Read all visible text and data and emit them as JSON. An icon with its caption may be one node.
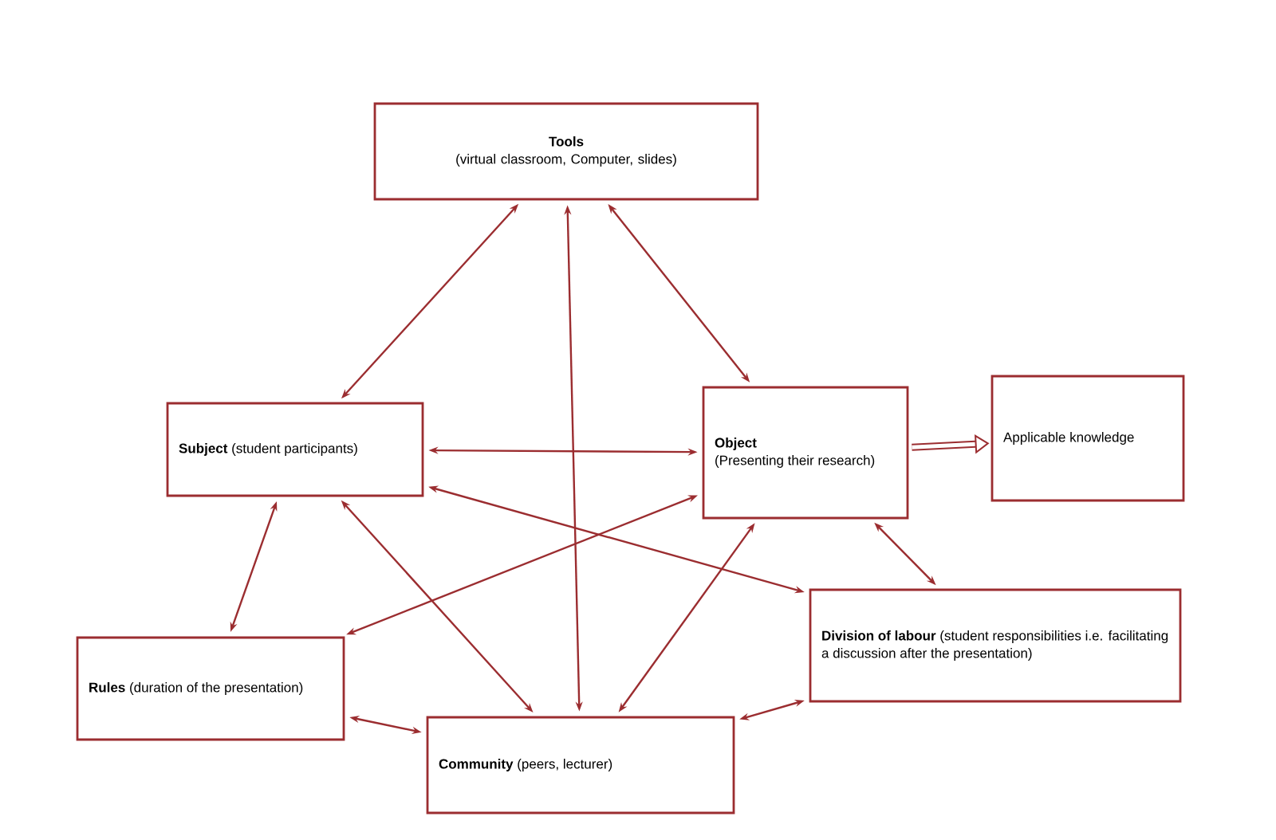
{
  "diagram": {
    "nodes": [
      {
        "text": [
          "Tools",
          "(virtual classroom, Computer, slides)"
        ]
      },
      {
        "text": [
          "**Subject** (student participants)"
        ]
      },
      {
        "text": [
          "Object",
          "(Presenting their research)"
        ]
      },
      {
        "text": [
          "Applicable knowledge"
        ]
      },
      {
        "text": [
          "**Rules** (duration of the presentation)"
        ]
      },
      {
        "text": [
          "**Community** (peers, lecturer)"
        ]
      },
      {
        "text": [
          "**Division of labour** (student responsibilities i.e. facilitating a discussion after the presentation)"
        ]
      }
    ],
    "edges": [
      {
        "from": 0,
        "to": 1,
        "arrow": "both"
      },
      {
        "from": 0,
        "to": 2,
        "arrow": "both"
      },
      {
        "from": 0,
        "to": 5,
        "arrow": "both"
      },
      {
        "from": 1,
        "to": 2,
        "arrow": "both"
      },
      {
        "from": 1,
        "to": 4,
        "arrow": "both"
      },
      {
        "from": 1,
        "to": 5,
        "arrow": "both"
      },
      {
        "from": 1,
        "to": 6,
        "arrow": "both"
      },
      {
        "from": 2,
        "to": 4,
        "arrow": "both"
      },
      {
        "from": 2,
        "to": 5,
        "arrow": "both"
      },
      {
        "from": 2,
        "to": 6,
        "arrow": "both"
      },
      {
        "from": 4,
        "to": 5,
        "arrow": "both"
      },
      {
        "from": 5,
        "to": 6,
        "arrow": "both"
      },
      {
        "from": 2,
        "to": 3,
        "arrow": "to",
        "style": "thick"
      }
    ]
  }
}
